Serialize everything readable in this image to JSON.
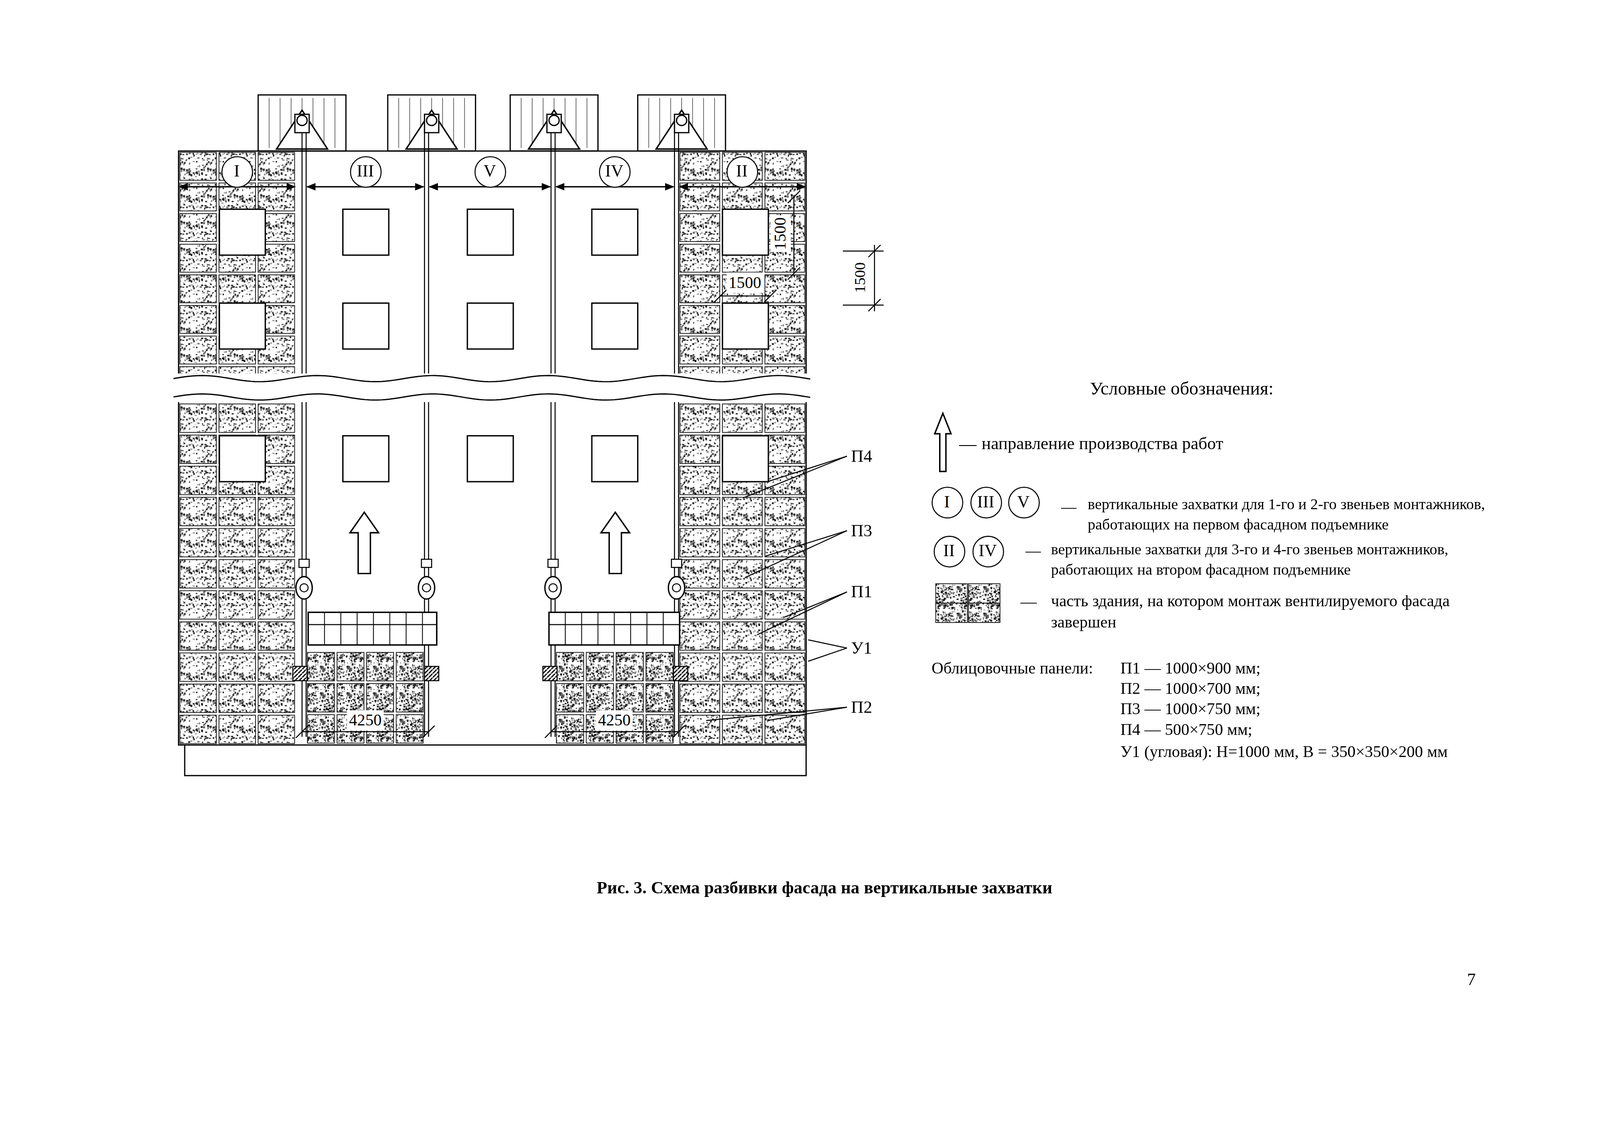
{
  "diagram": {
    "caption": "Рис. 3. Схема разбивки фасада на вертикальные захватки",
    "nodes": [
      {
        "text": [
          "I"
        ]
      },
      {
        "text": [
          "III"
        ]
      },
      {
        "text": [
          "V"
        ]
      },
      {
        "text": [
          "IV"
        ]
      },
      {
        "text": [
          "II"
        ]
      },
      {
        "text": [
          "I"
        ]
      },
      {
        "text": [
          "III"
        ]
      },
      {
        "text": [
          "V"
        ]
      },
      {
        "text": [
          "II"
        ]
      },
      {
        "text": [
          "IV"
        ]
      }
    ],
    "labels": [
      "1500",
      "1500",
      "1500",
      "4250",
      "4250",
      "П4",
      "П3",
      "П1",
      "У1",
      "П2",
      "Условные обозначения:",
      "—",
      "—",
      "—",
      "—",
      "Облицовочные панели:",
      "П1 — 1000×900 мм;",
      "П2 — 1000×700 мм;",
      "П3 — 1000×750 мм;",
      "П4 — 500×750 мм;",
      "У1 (угловая): Н=1000 мм, В = 350×350×200 мм",
      "7"
    ],
    "legend": [
      {
        "text": "направление производства работ"
      },
      {
        "text": "вертикальные захватки для 1-го и 2-го звеньев монтажников, работающих на первом фасадном подъемнике"
      },
      {
        "text": "вертикальные захватки для 3-го и 4-го звеньев монтажников, работающих на втором фасадном подъемнике"
      },
      {
        "text": "часть здания, на котором монтаж вентилируемого фасада завершен"
      }
    ]
  }
}
